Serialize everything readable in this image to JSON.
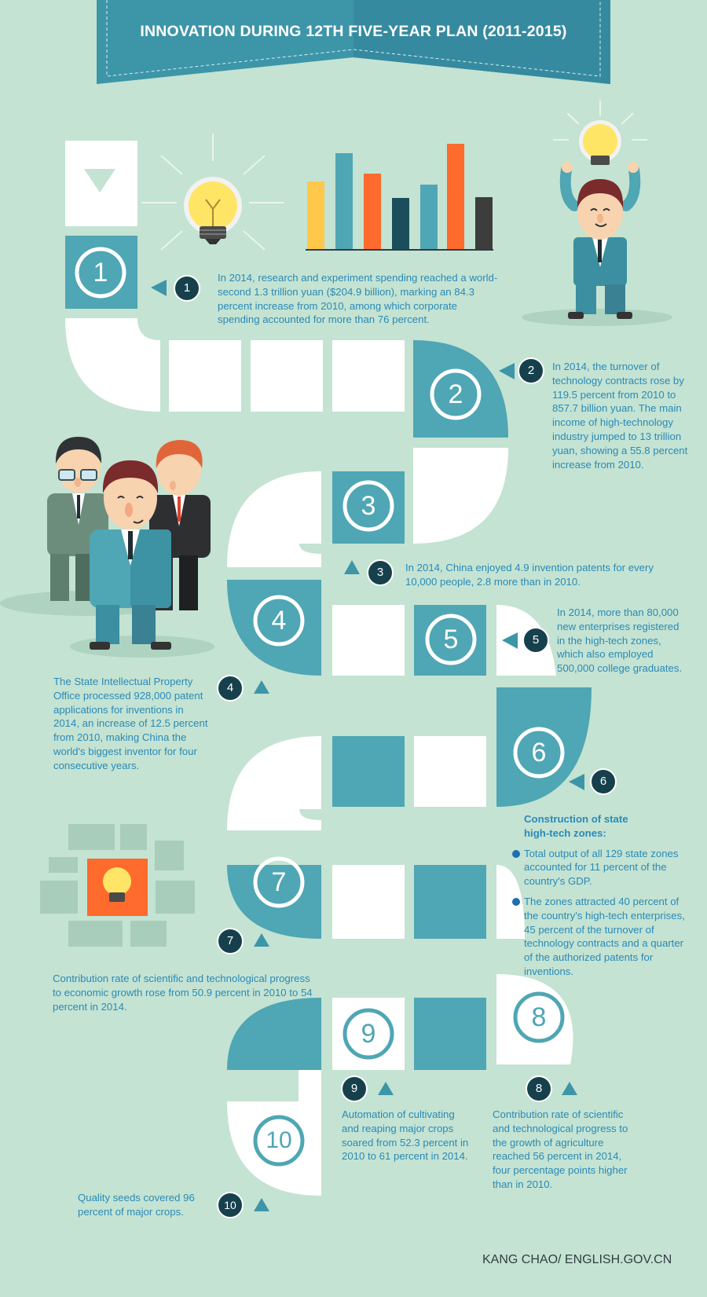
{
  "title": "INNOVATION DURING 12TH FIVE-YEAR PLAN (2011-2015)",
  "steps": [
    {
      "n": "1",
      "text": "In 2014, research and experiment spending reached a world-second 1.3 trillion yuan ($204.9 billion), marking an 84.3 percent increase from 2010, among which corporate spending accounted for more than 76 percent."
    },
    {
      "n": "2",
      "text": "In 2014, the turnover of technology contracts rose by 119.5 percent from 2010 to 857.7 billion yuan. The main income of high-technology industry jumped to 13 trillion yuan, showing a 55.8 percent increase from 2010."
    },
    {
      "n": "3",
      "text": "In 2014, China enjoyed 4.9 invention patents for every 10,000 people, 2.8 more than in 2010."
    },
    {
      "n": "4",
      "text": "The State Intellectual Property Office processed 928,000 patent applications for inventions in 2014, an increase of 12.5 percent from 2010, making China the world's biggest inventor for four consecutive years."
    },
    {
      "n": "5",
      "text": "In 2014, more than 80,000 new enterprises registered in the high-tech zones, which also employed 500,000 college graduates."
    },
    {
      "n": "6",
      "heading": "Construction of state high-tech zones:",
      "bullets": [
        "Total output of all 129 state zones accounted for 11 percent of the country's GDP.",
        "The zones attracted 40 percent of the country's high-tech enterprises, 45 percent of the turnover of technology contracts and a quarter of the authorized patents for inventions."
      ]
    },
    {
      "n": "7",
      "text": "Contribution rate of scientific and technological progress to economic growth rose from 50.9 percent in 2010 to 54 percent in 2014."
    },
    {
      "n": "8",
      "text": "Contribution rate of scientific and technological progress to the growth of agriculture reached 56 percent in 2014, four percentage points higher than in 2010."
    },
    {
      "n": "9",
      "text": "Automation of cultivating and reaping major crops soared from 52.3 percent in 2010 to 61 percent in 2014."
    },
    {
      "n": "10",
      "text": "Quality seeds covered 96 percent of major crops."
    }
  ],
  "credit": "KANG CHAO/ ENGLISH.GOV.CN",
  "colors": {
    "background": "#c4e3d2",
    "teal": "#4fa6b4",
    "banner": "#3d95a8",
    "badge": "#17404d",
    "text": "#2a8ab8",
    "orange": "#ff6a2d",
    "yellow": "#ffd24d"
  },
  "icons": [
    "lightbulb-icon",
    "bar-chart-icon",
    "businessman-icon",
    "team-icon",
    "arrow-pointer-icon",
    "brick-wall-icon"
  ]
}
